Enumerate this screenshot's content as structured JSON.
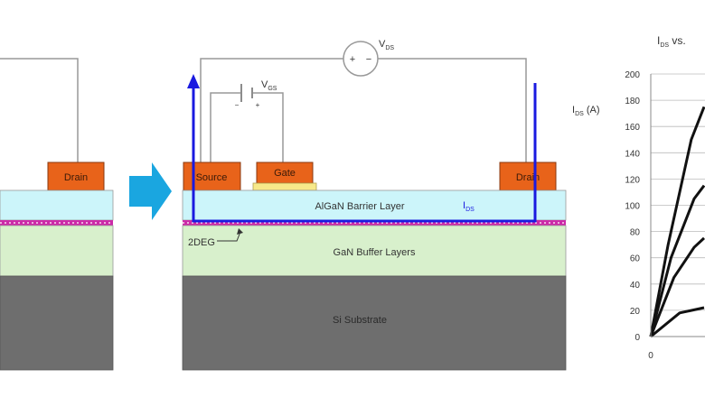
{
  "colors": {
    "contact_orange": "#e8631a",
    "barrier_cyan": "#ccf5fa",
    "twodeg_magenta": "#cc2aa8",
    "buffer_green": "#d8f0cc",
    "substrate_gray": "#6e6e6e",
    "arrow_blue": "#1aa6e0",
    "current_blue": "#1a1ae0",
    "gate_yellow": "#f7e98a"
  },
  "left_panel": {
    "drain_label": "Drain"
  },
  "right_panel": {
    "source_label": "Source",
    "gate_label": "Gate",
    "drain_label": "Drain",
    "vds_label": "V",
    "vds_sub": "DS",
    "vgs_label": "V",
    "vgs_sub": "GS",
    "barrier_label": "AlGaN Barrier Layer",
    "ids_label": "I",
    "ids_sub": "DS",
    "twodeg_label": "2DEG",
    "buffer_label": "GaN Buffer Layers",
    "substrate_label": "Si Substrate"
  },
  "chart_data": {
    "type": "line",
    "title": "I",
    "title_sub": "DS",
    "title_rest": " vs.",
    "ylabel": "I",
    "ylabel_sub": "DS",
    "ylabel_unit": " (A)",
    "ylim": [
      0,
      200
    ],
    "yticks": [
      "200",
      "180",
      "160",
      "140",
      "120",
      "100",
      "80",
      "60",
      "40",
      "20",
      "0"
    ],
    "xticks": [
      "0"
    ],
    "grid": true,
    "series": [
      {
        "values": [
          [
            0,
            0
          ],
          [
            0.6,
            70
          ],
          [
            1.4,
            150
          ],
          [
            2.0,
            175
          ]
        ]
      },
      {
        "values": [
          [
            0,
            0
          ],
          [
            0.7,
            60
          ],
          [
            1.5,
            105
          ],
          [
            2.0,
            115
          ]
        ]
      },
      {
        "values": [
          [
            0,
            0
          ],
          [
            0.8,
            45
          ],
          [
            1.5,
            68
          ],
          [
            2.0,
            75
          ]
        ]
      },
      {
        "values": [
          [
            0,
            0
          ],
          [
            1.0,
            18
          ],
          [
            2.0,
            22
          ]
        ]
      }
    ]
  }
}
